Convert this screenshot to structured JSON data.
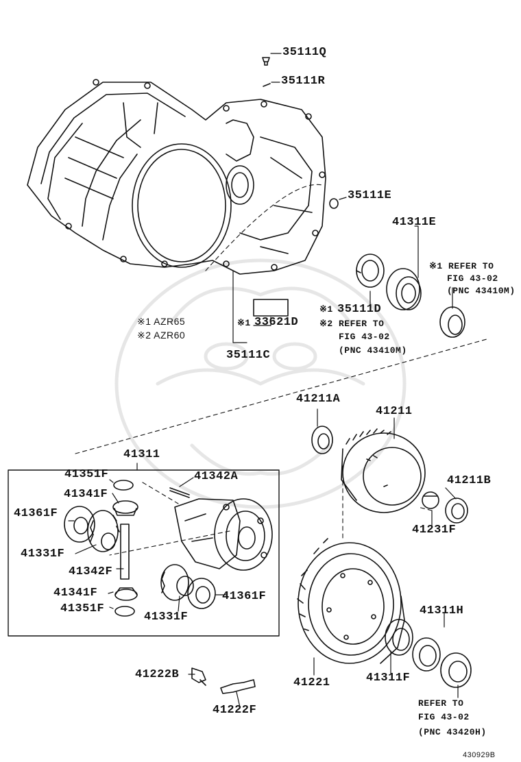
{
  "diagram_id": "430929B",
  "labels": {
    "p35111Q": "35111Q",
    "p35111R": "35111R",
    "p35111E": "35111E",
    "p41311E": "41311E",
    "refer1_mark": "※1 REFER TO",
    "refer1_fig": "FIG 43-02",
    "refer1_pnc": "(PNC 43410M)",
    "p35111D_mark": "※1",
    "p35111D": "35111D",
    "refer2_mark": "※2 REFER TO",
    "refer2_fig": "FIG 43-02",
    "refer2_pnc": "(PNC 43410M)",
    "legend1": "※1 AZR65",
    "legend2": "※2 AZR60",
    "p33621D_mark": "※1",
    "p33621D": "33621D",
    "p35111C": "35111C",
    "p41211A": "41211A",
    "p41211": "41211",
    "p41311": "41311",
    "p41351F_top": "41351F",
    "p41342A": "41342A",
    "p41341F_top": "41341F",
    "p41361F_left": "41361F",
    "p41331F_left": "41331F",
    "p41342F": "41342F",
    "p41341F_bottom": "41341F",
    "p41351F_bottom": "41351F",
    "p41331F_bottom": "41331F",
    "p41361F_right": "41361F",
    "p41211B": "41211B",
    "p41231F": "41231F",
    "p41311H": "41311H",
    "p41222B": "41222B",
    "p41222F": "41222F",
    "p41221": "41221",
    "p41311F": "41311F",
    "refer3_line1": "REFER TO",
    "refer3_fig": "FIG 43-02",
    "refer3_pnc": "(PNC 43420H)"
  },
  "colors": {
    "ink": "#111111",
    "watermark": "#e6e6e6"
  }
}
